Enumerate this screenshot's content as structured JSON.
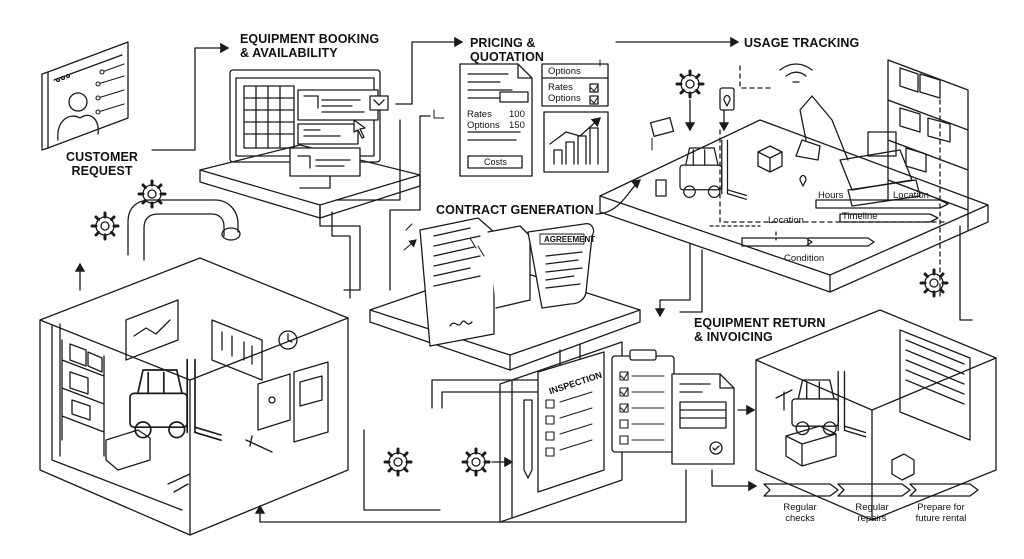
{
  "stages": {
    "customer_request": "CUSTOMER\nREQUEST",
    "booking": "EQUIPMENT BOOKING\n& AVAILABILITY",
    "pricing": "PRICING & QUOTATION",
    "usage": "USAGE TRACKING",
    "contract": "CONTRACT GENERATION",
    "return": "EQUIPMENT RETURN\n& INVOICING"
  },
  "pricing_docs": {
    "options_title": "Options",
    "rates": "Rates",
    "options": "Options",
    "rates_value": "100",
    "options_value": "150",
    "costs": "Costs",
    "card_rates": "Rates",
    "card_options": "Options"
  },
  "usage_labels": {
    "hours": "Hours",
    "location_right": "Location",
    "timeline": "Timeline",
    "location_left": "Location",
    "condition": "Condition"
  },
  "contract": {
    "agreement": "AGREEMENT"
  },
  "inspection": {
    "title": "INSPECTION"
  },
  "maintenance_steps": [
    "Regular\nchecks",
    "Regular\nrepairs",
    "Prepare for\nfuture rental"
  ],
  "icons": [
    "gear-icon",
    "wifi-icon",
    "location-pin-icon",
    "checkmark-icon",
    "wrench-icon",
    "signature-icon",
    "cursor-icon",
    "chart-icon"
  ]
}
